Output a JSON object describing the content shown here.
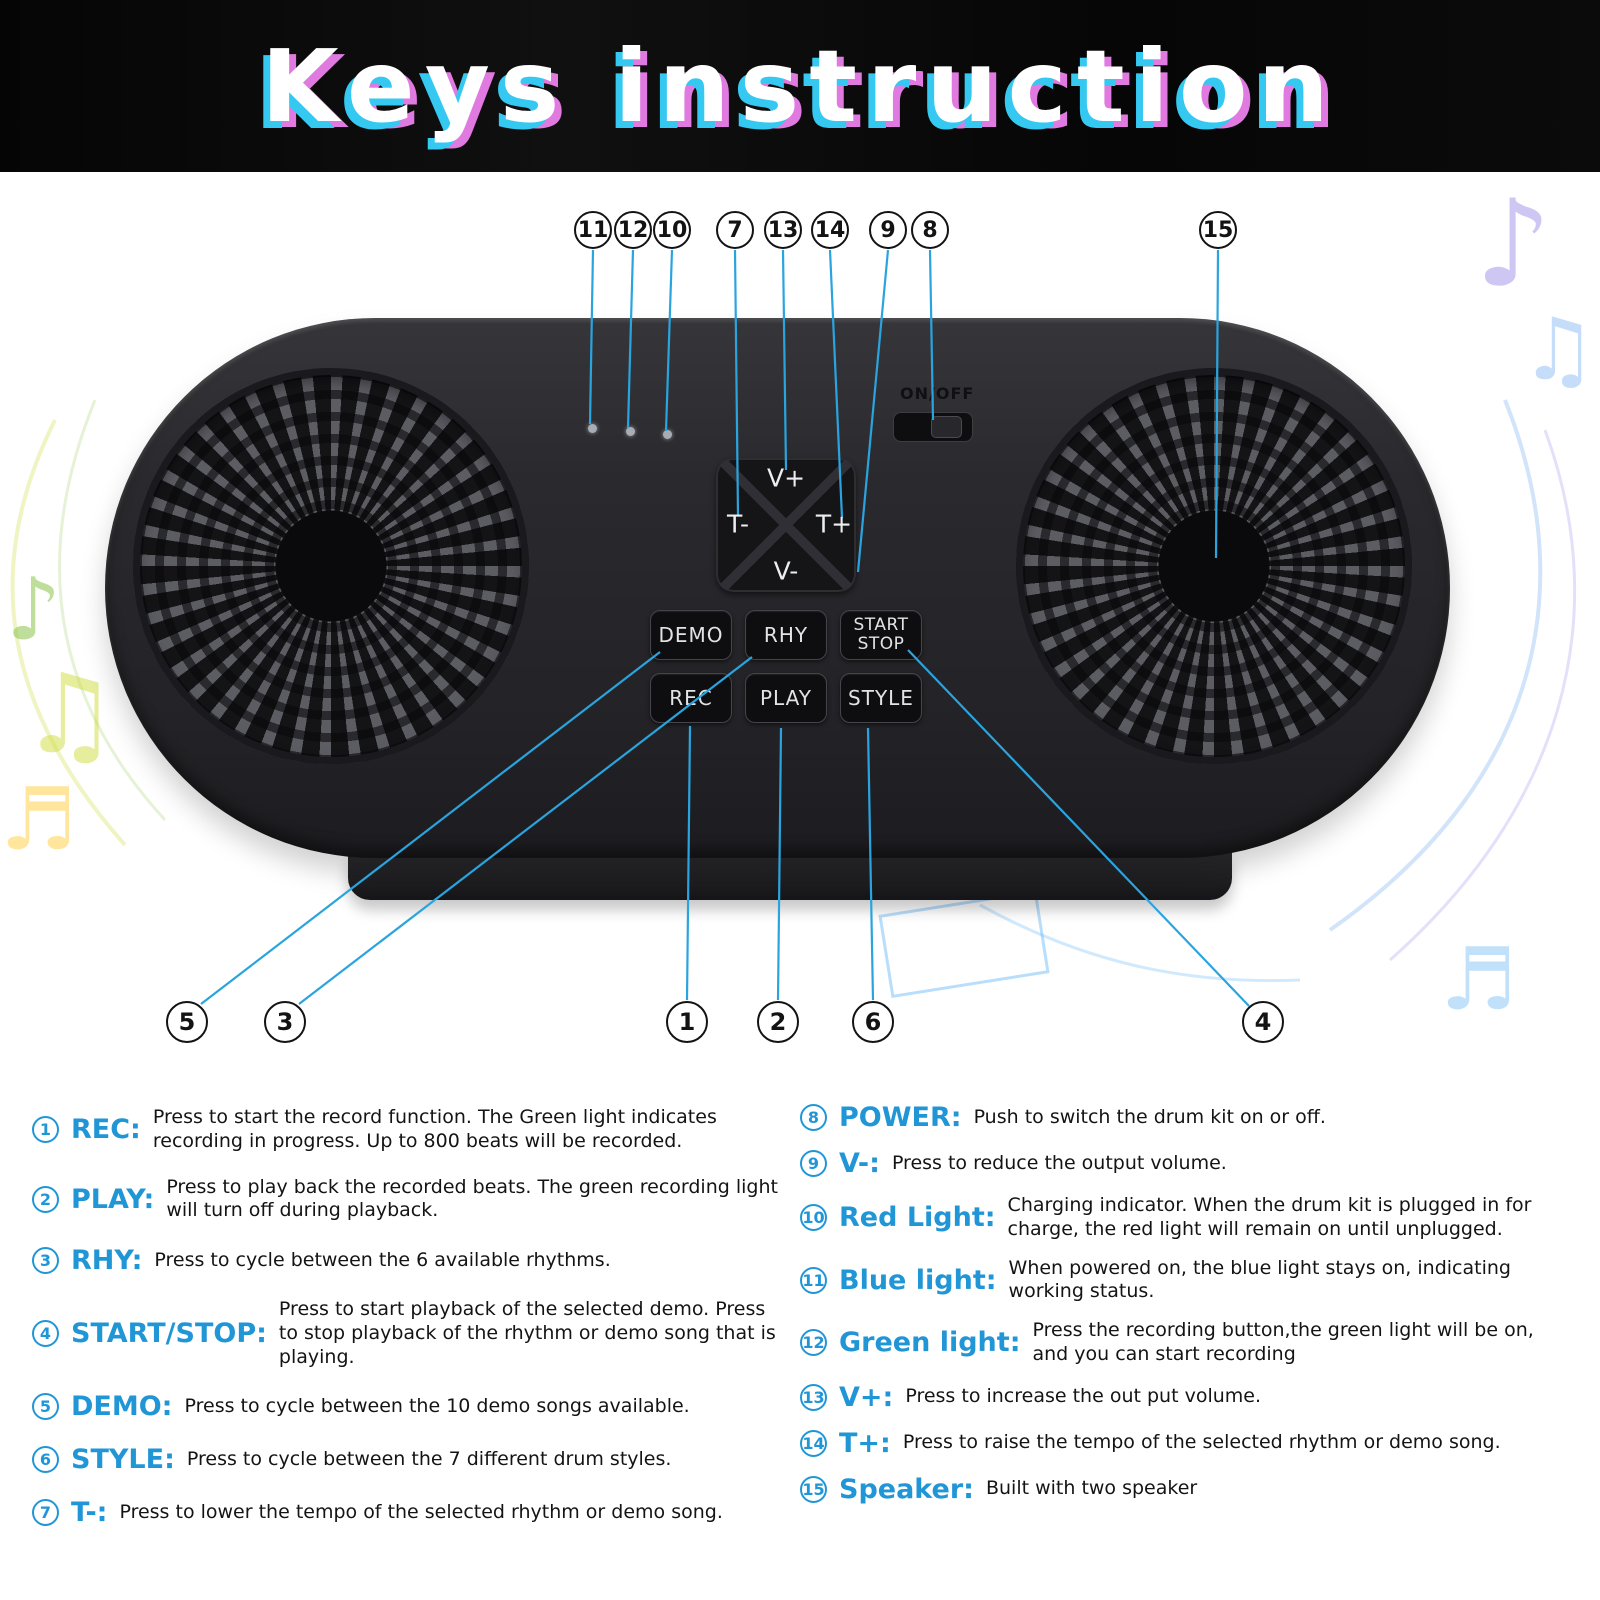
{
  "title": "Keys instruction",
  "device": {
    "power_label": "ON/OFF",
    "dpad": {
      "up": "V+",
      "left": "T-",
      "right": "T+",
      "down": "V-"
    },
    "keys": {
      "demo": "DEMO",
      "rhy": "RHY",
      "start": "START",
      "stop": "STOP",
      "rec": "REC",
      "play": "PLAY",
      "style": "STYLE"
    }
  },
  "callouts_top": [
    "11",
    "12",
    "10",
    "7",
    "13",
    "14",
    "9",
    "8",
    "15"
  ],
  "callouts_bottom": [
    "5",
    "3",
    "1",
    "2",
    "6",
    "4"
  ],
  "legend_left": [
    {
      "num": "1",
      "label": "REC:",
      "desc": "Press to start the record function. The Green light indicates recording in progress. Up to 800 beats will be recorded."
    },
    {
      "num": "2",
      "label": "PLAY:",
      "desc": "Press to play back the recorded beats. The green recording light will turn off during playback."
    },
    {
      "num": "3",
      "label": "RHY:",
      "desc": "Press to cycle between the 6 available rhythms."
    },
    {
      "num": "4",
      "label": "START/STOP:",
      "desc": "Press to start playback of the selected demo. Press to stop playback of the rhythm or demo song that is playing."
    },
    {
      "num": "5",
      "label": "DEMO:",
      "desc": "Press to cycle between the 10 demo songs available."
    },
    {
      "num": "6",
      "label": "STYLE:",
      "desc": "Press to cycle between the 7 different drum styles."
    },
    {
      "num": "7",
      "label": "T-:",
      "desc": "Press to lower the tempo of the selected rhythm or demo song."
    }
  ],
  "legend_right": [
    {
      "num": "8",
      "label": "POWER:",
      "desc": "Push to switch the drum kit on or off."
    },
    {
      "num": "9",
      "label": "V-:",
      "desc": "Press to reduce the output volume."
    },
    {
      "num": "10",
      "label": "Red Light:",
      "desc": "Charging indicator. When the drum kit is plugged in for charge, the red light will remain on until unplugged."
    },
    {
      "num": "11",
      "label": "Blue light:",
      "desc": "When powered on, the blue light stays on, indicating working status."
    },
    {
      "num": "12",
      "label": "Green light:",
      "desc": "Press the recording button,the green light will be on, and you can start recording"
    },
    {
      "num": "13",
      "label": "V+:",
      "desc": "Press to increase the out put volume."
    },
    {
      "num": "14",
      "label": "T+:",
      "desc": "Press to raise the tempo of the selected rhythm or demo song."
    },
    {
      "num": "15",
      "label": "Speaker:",
      "desc": "Built with two speaker"
    }
  ],
  "decor": {
    "notes": [
      "♪",
      "♫",
      "♬",
      "♪",
      "♫",
      "♬"
    ]
  }
}
